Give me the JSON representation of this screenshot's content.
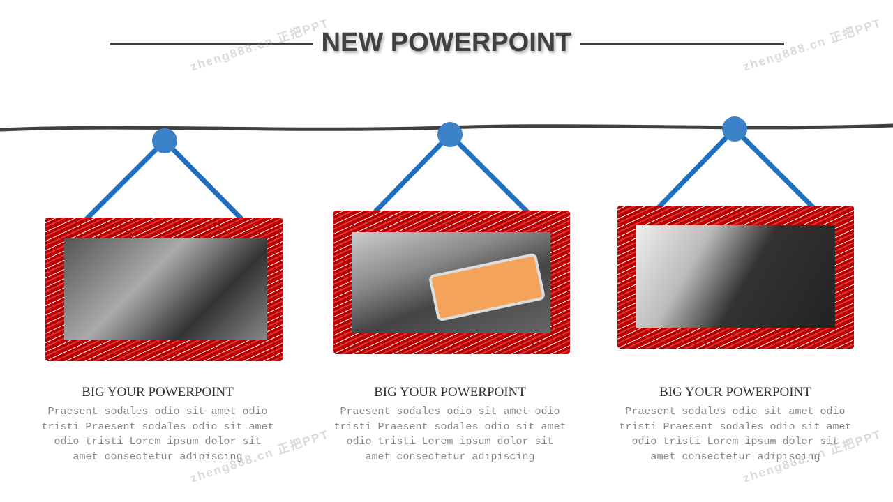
{
  "title": "NEW POWERPOINT",
  "watermark": "zheng888.cn 正把PPT",
  "cards": [
    {
      "heading": "BIG YOUR POWERPOINT",
      "body": "Praesent sodales odio sit amet odio tristi Praesent sodales odio sit amet odio tristi Lorem ipsum dolor sit amet consectetur adipiscing"
    },
    {
      "heading": "BIG YOUR POWERPOINT",
      "body": "Praesent sodales odio sit amet odio tristi Praesent sodales odio sit amet odio tristi Lorem ipsum dolor sit amet consectetur adipiscing"
    },
    {
      "heading": "BIG YOUR POWERPOINT",
      "body": "Praesent sodales odio sit amet odio tristi Praesent sodales odio sit amet odio tristi Lorem ipsum dolor sit amet consectetur adipiscing"
    }
  ],
  "colors": {
    "accent": "#c00000",
    "pin": "#1f6fc0",
    "text": "#404040"
  }
}
